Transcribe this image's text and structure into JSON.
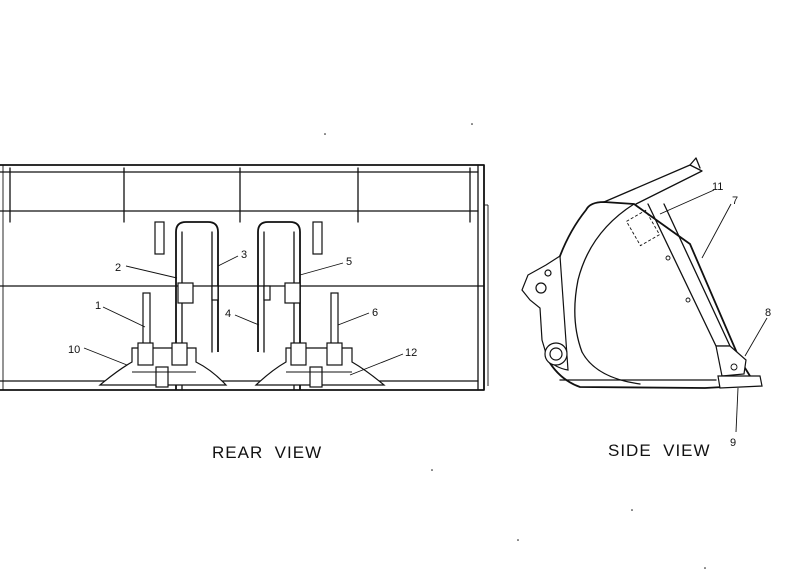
{
  "views": {
    "rear": {
      "caption": "REAR  VIEW"
    },
    "side": {
      "caption": "SIDE  VIEW"
    }
  },
  "callouts": {
    "c1": "1",
    "c2": "2",
    "c3": "3",
    "c4": "4",
    "c5": "5",
    "c6": "6",
    "c7": "7",
    "c8": "8",
    "c9": "9",
    "c10": "10",
    "c11": "11",
    "c12": "12"
  },
  "colors": {
    "line": "#111111",
    "background": "#ffffff"
  }
}
